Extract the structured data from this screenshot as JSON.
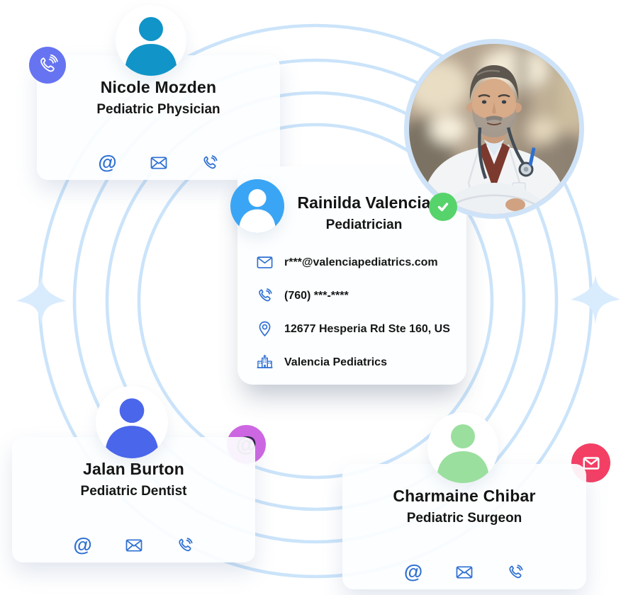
{
  "symbols": {
    "at": "@"
  },
  "colors": {
    "arc": "#cbe4fa",
    "sparkle": "#d9ecfe",
    "icon_blue": "#2e6fd2",
    "teal_avatar": "#1194c8",
    "blue_avatar": "#3aa5f5",
    "indigo_avatar": "#4a66ea",
    "green_avatar": "#9bdf9e",
    "phone_badge": "#6674f1",
    "at_badge": "#ce67e2",
    "mail_badge": "#f43f65",
    "check_badge": "#57d36c",
    "card_bg": "#fbfdff",
    "text": "#151515"
  },
  "cards": [
    {
      "id": "nicole",
      "name": "Nicole Mozden",
      "title": "Pediatric Physician",
      "icons": [
        "at-icon",
        "envelope-icon",
        "phone-icon"
      ],
      "corner_badge": "phone-badge"
    },
    {
      "id": "rainilda",
      "name": "Rainilda Valencia",
      "title": "Pediatrician",
      "verified_badge": "check-badge",
      "contacts": [
        {
          "icon": "envelope-icon",
          "value": "r***@valenciapediatrics.com"
        },
        {
          "icon": "phone-icon",
          "value": "(760) ***-****"
        },
        {
          "icon": "location-pin-icon",
          "value": "12677 Hesperia Rd Ste 160, US"
        },
        {
          "icon": "hospital-icon",
          "value": "Valencia Pediatrics"
        }
      ]
    },
    {
      "id": "jalan",
      "name": "Jalan Burton",
      "title": "Pediatric Dentist",
      "icons": [
        "at-icon",
        "envelope-icon",
        "phone-icon"
      ],
      "corner_badge": "at-badge"
    },
    {
      "id": "charmaine",
      "name": "Charmaine Chibar",
      "title": "Pediatric Surgeon",
      "icons": [
        "at-icon",
        "envelope-icon",
        "phone-icon"
      ],
      "corner_badge": "mail-badge"
    }
  ]
}
